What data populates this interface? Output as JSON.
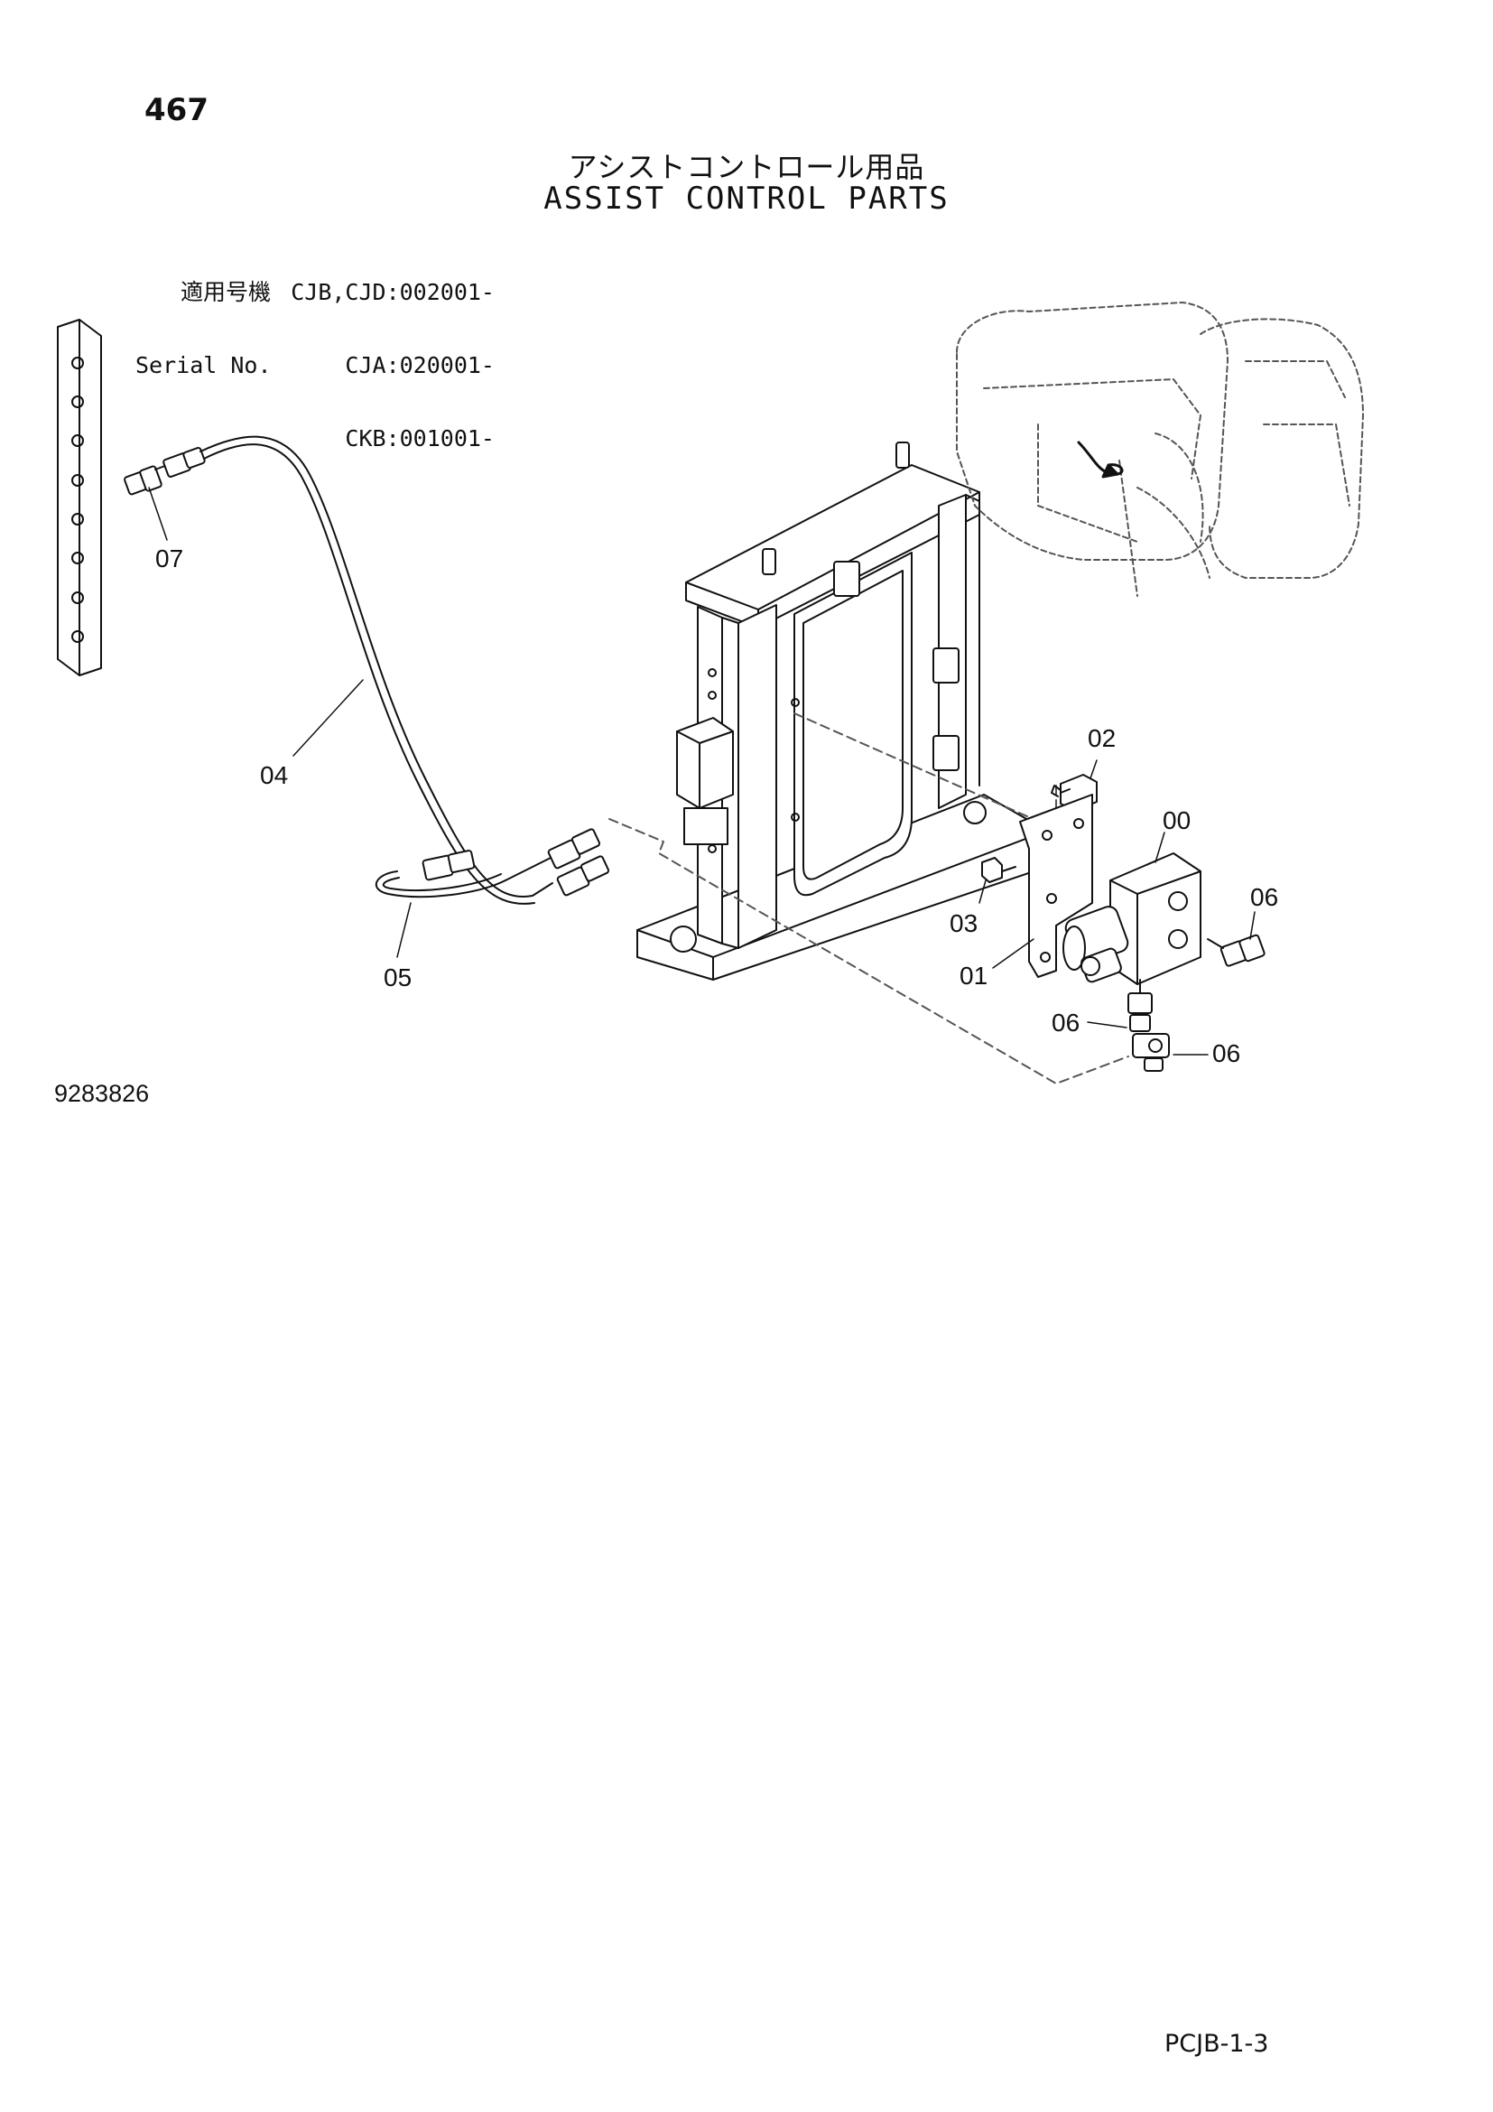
{
  "page": {
    "number": "467",
    "title_jp": "アシストコントロール用品",
    "title_en": "ASSIST CONTROL PARTS",
    "serial_labels": [
      "適用号機",
      "Serial No."
    ],
    "serial_values": [
      "CJB,CJD:002001-",
      "CJA:020001-",
      "CKB:001001-"
    ],
    "drawing_number": "9283826",
    "sheet_code": "PCJB-1-3"
  },
  "callouts": {
    "c00": "00",
    "c01": "01",
    "c02": "02",
    "c03": "03",
    "c04": "04",
    "c05": "05",
    "c06a": "06",
    "c06b": "06",
    "c06c": "06",
    "c07": "07"
  },
  "colors": {
    "ink": "#111111",
    "paper": "#ffffff",
    "hidden_line": "#555555"
  }
}
